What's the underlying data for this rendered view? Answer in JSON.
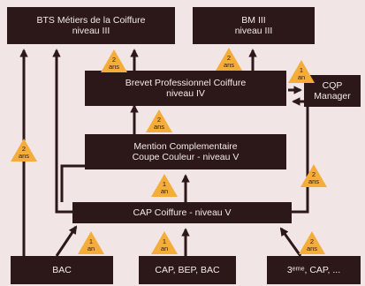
{
  "boxes": {
    "bts": [
      "BTS Métiers de la Coiffure",
      "niveau III"
    ],
    "bm": [
      "BM III",
      "niveau III"
    ],
    "bp": [
      "Brevet Professionnel Coiffure",
      "niveau IV"
    ],
    "cqp": [
      "CQP",
      "Manager"
    ],
    "mc": [
      "Mention Complementaire",
      "Coupe Couleur - niveau V"
    ],
    "cap": [
      "CAP Coiffure - niveau V"
    ],
    "bac": [
      "BAC"
    ],
    "capbep": [
      "CAP, BEP, BAC"
    ],
    "third": [
      "3ᵉᵐᵉ, CAP, ..."
    ]
  },
  "badges": {
    "b_bac_bts": [
      "2",
      "ans"
    ],
    "b_bp_bts": [
      "2",
      "ans"
    ],
    "b_bp_bm": [
      "2",
      "ans"
    ],
    "b_bp_cqp": [
      "1",
      "an"
    ],
    "b_cap_bp": [
      "2",
      "ans"
    ],
    "b_cap_mc": [
      "1",
      "an"
    ],
    "b_cap_right": [
      "2",
      "ans"
    ],
    "b_bac_cap": [
      "1",
      "an"
    ],
    "b_capbep_cap": [
      "1",
      "an"
    ],
    "b_third_cap": [
      "2",
      "ans"
    ]
  },
  "colors": {
    "background": "#f1e6e5",
    "box": "#2c1818",
    "box_text": "#f3eaea",
    "badge": "#f4ad3a"
  }
}
